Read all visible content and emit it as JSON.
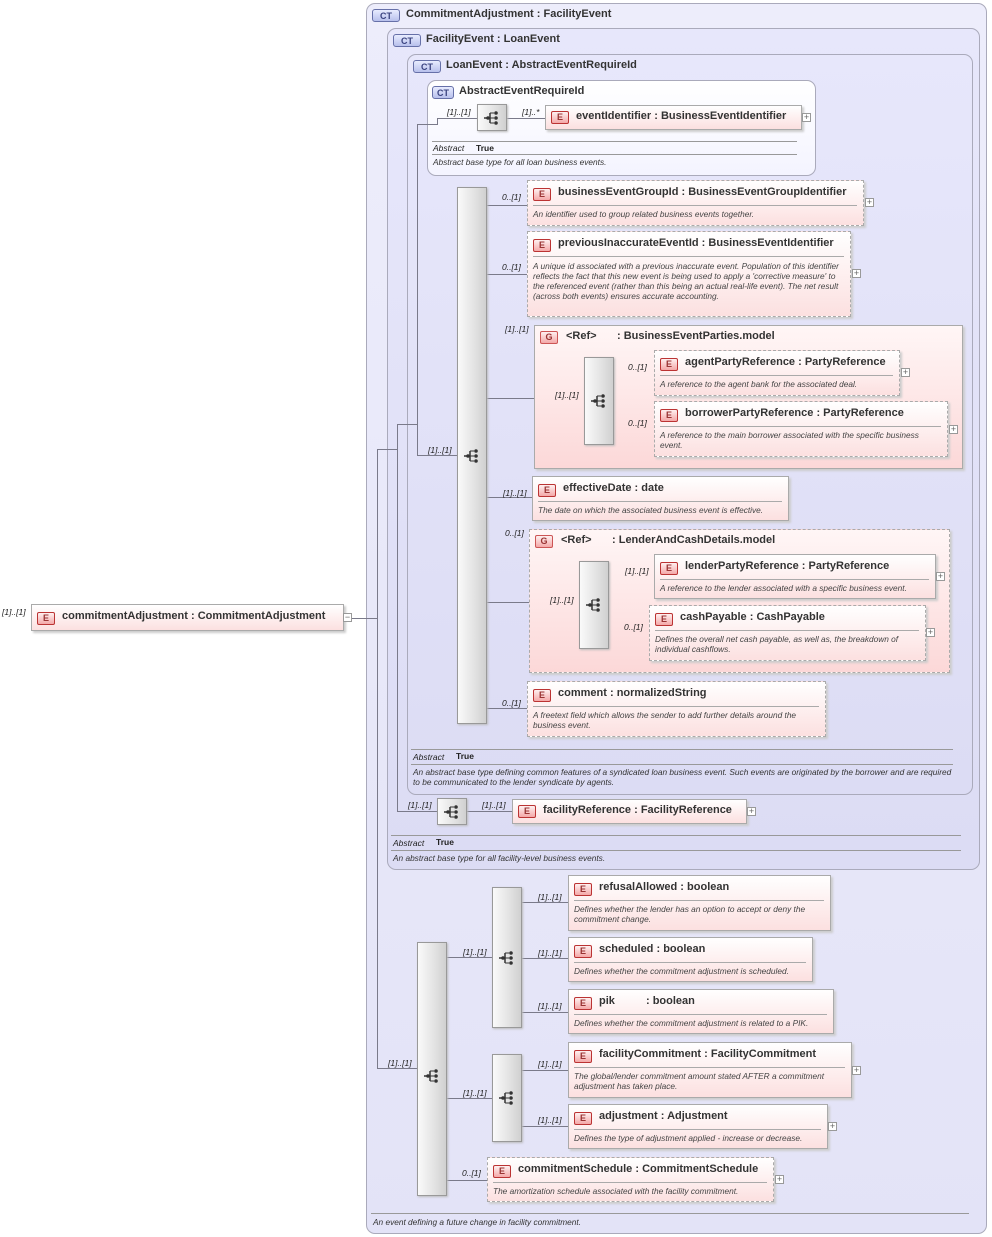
{
  "root": {
    "card": "[1]..[1]",
    "name": "commitmentAdjustment",
    "type": "CommitmentAdjustment"
  },
  "ct1": {
    "badge": "CT",
    "title": "CommitmentAdjustment : FacilityEvent",
    "doc": "An event defining a future change in facility commitment."
  },
  "ct2": {
    "badge": "CT",
    "title": "FacilityEvent : LoanEvent",
    "abstract_label": "Abstract",
    "abstract_value": "True",
    "doc": "An abstract base type for all facility-level business events."
  },
  "ct3": {
    "badge": "CT",
    "title": "LoanEvent : AbstractEventRequireId",
    "abstract_label": "Abstract",
    "abstract_value": "True",
    "doc": "An abstract base type defining common features of a syndicated loan business event. Such events are originated by the borrower and are required to be communicated to the lender syndicate by agents."
  },
  "ct4": {
    "badge": "CT",
    "title": "AbstractEventRequireId",
    "abstract_label": "Abstract",
    "abstract_value": "True",
    "doc": "Abstract base type for all loan business events.",
    "seq_card": "[1]..[1]",
    "el_card": "[1]..*"
  },
  "eventIdentifier": {
    "name": "eventIdentifier",
    "type": "BusinessEventIdentifier"
  },
  "mainSeq": {
    "card": "[1]..[1]"
  },
  "businessEventGroupId": {
    "card": "0..[1]",
    "name": "businessEventGroupId",
    "type": "BusinessEventGroupIdentifier",
    "doc": "An identifier used to group related business events together."
  },
  "previousInaccurateEventId": {
    "card": "0..[1]",
    "name": "previousInaccurateEventId",
    "type": "BusinessEventIdentifier",
    "doc": "A unique id associated with a previous inaccurate event. Population of this identifier reflects the fact that this new event is being used to apply a 'corrective measure' to the referenced event (rather than this being an actual real-life event). The net result (across both events) ensures accurate accounting."
  },
  "partiesGroup": {
    "card": "[1]..[1]",
    "badge": "G",
    "ref": "<Ref>",
    "name": ": BusinessEventParties.model",
    "seq_card": "[1]..[1]"
  },
  "agentPartyReference": {
    "card": "0..[1]",
    "name": "agentPartyReference",
    "type": "PartyReference",
    "doc": "A reference to the agent bank for the associated deal."
  },
  "borrowerPartyReference": {
    "card": "0..[1]",
    "name": "borrowerPartyReference",
    "type": "PartyReference",
    "doc": "A reference to the main borrower associated with the specific business event."
  },
  "effectiveDate": {
    "card": "[1]..[1]",
    "name": "effectiveDate",
    "type": "date",
    "doc": "The date on which the associated business event is effective."
  },
  "lenderGroup": {
    "card": "0..[1]",
    "badge": "G",
    "ref": "<Ref>",
    "name": ": LenderAndCashDetails.model",
    "seq_card": "[1]..[1]"
  },
  "lenderPartyReference": {
    "card": "[1]..[1]",
    "name": "lenderPartyReference",
    "type": "PartyReference",
    "doc": "A reference to the lender associated with a specific business event."
  },
  "cashPayable": {
    "card": "0..[1]",
    "name": "cashPayable",
    "type": "CashPayable",
    "doc": "Defines the overall net cash payable, as well as, the breakdown of individual cashflows."
  },
  "comment": {
    "card": "0..[1]",
    "name": "comment",
    "type": "normalizedString",
    "doc": "A freetext field which allows the sender to add further details around the business event."
  },
  "facilitySeq": {
    "card": "[1]..[1]",
    "el_card": "[1]..[1]"
  },
  "facilityReference": {
    "name": "facilityReference",
    "type": "FacilityReference"
  },
  "bottomSeq": {
    "card": "[1]..[1]",
    "sub1_card": "[1]..[1]",
    "sub2_card": "[1]..[1]"
  },
  "refusalAllowed": {
    "card": "[1]..[1]",
    "name": "refusalAllowed",
    "type": "boolean",
    "doc": "Defines whether the lender has an option to accept or deny the commitment change."
  },
  "scheduled": {
    "card": "[1]..[1]",
    "name": "scheduled",
    "type": "boolean",
    "doc": "Defines whether the commitment adjustment is scheduled."
  },
  "pik": {
    "card": "[1]..[1]",
    "name": "pik",
    "type": "boolean",
    "doc": "Defines whether the commitment adjustment is related to a PIK."
  },
  "facilityCommitment": {
    "card": "[1]..[1]",
    "name": "facilityCommitment",
    "type": "FacilityCommitment",
    "doc": "The global/lender commitment amount stated AFTER a commitment adjustment has taken place."
  },
  "adjustment": {
    "card": "[1]..[1]",
    "name": "adjustment",
    "type": "Adjustment",
    "doc": "Defines the type of adjustment applied - increase or decrease."
  },
  "commitmentSchedule": {
    "card": "0..[1]",
    "name": "commitmentSchedule",
    "type": "CommitmentSchedule",
    "doc": "The amortization schedule associated with the facility commitment."
  },
  "icons": {
    "sequence": "sequence-icon",
    "expand": "expand-icon"
  }
}
